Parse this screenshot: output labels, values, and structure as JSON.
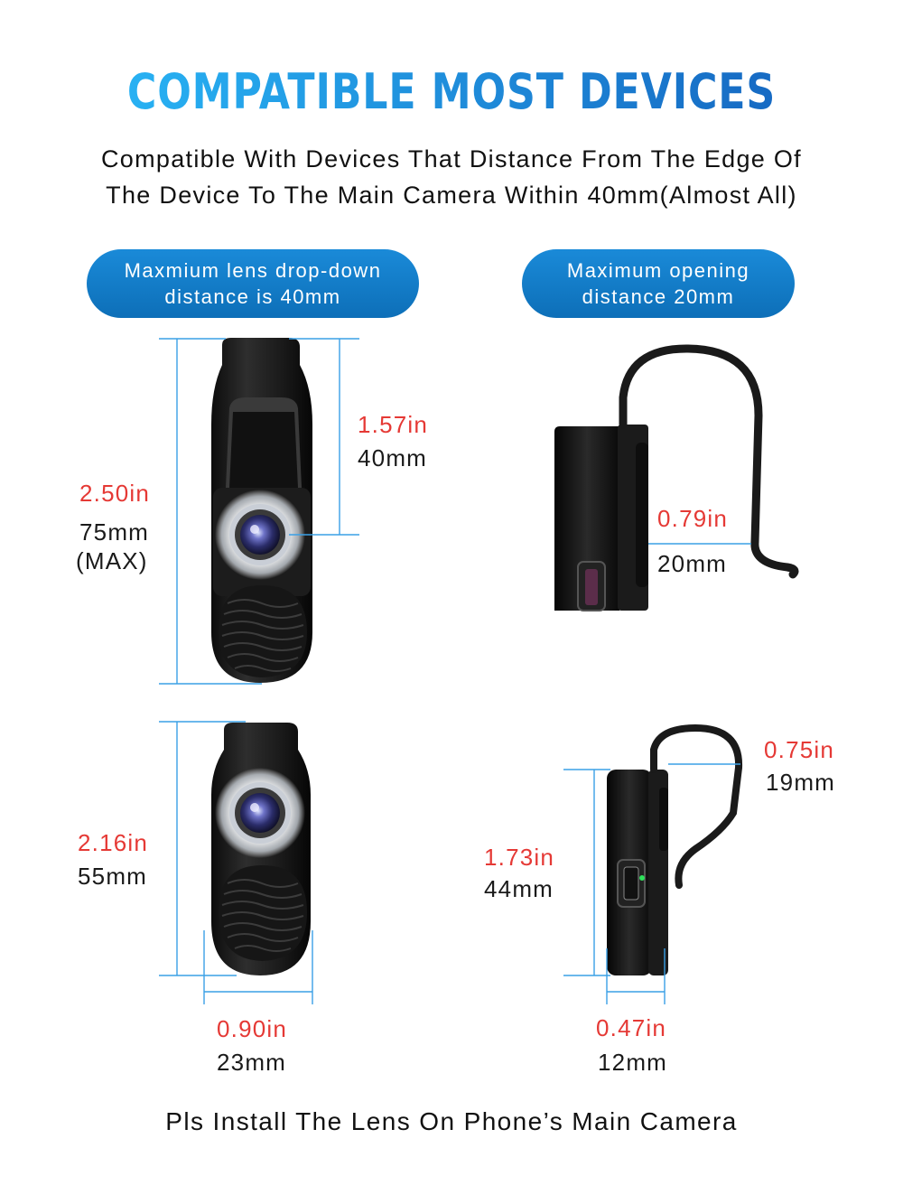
{
  "header": {
    "title": "COMPATIBLE MOST DEVICES",
    "subtitle_line1": "Compatible With Devices That Distance From The Edge Of",
    "subtitle_line2": "The Device To The Main Camera Within 40mm(Almost All)"
  },
  "pills": {
    "left_line1": "Maxmium lens drop-down",
    "left_line2": "distance is 40mm",
    "right_line1": "Maximum opening",
    "right_line2": "distance 20mm"
  },
  "dimensions": {
    "extended_height_in": "2.50in",
    "extended_height_mm": "75mm",
    "extended_height_note": "(MAX)",
    "drop_down_in": "1.57in",
    "drop_down_mm": "40mm",
    "opening_in": "0.79in",
    "opening_mm": "20mm",
    "retracted_height_in": "2.16in",
    "retracted_height_mm": "55mm",
    "width_in": "0.90in",
    "width_mm": "23mm",
    "clip_in": "0.75in",
    "clip_mm": "19mm",
    "body_height_in": "1.73in",
    "body_height_mm": "44mm",
    "thickness_in": "0.47in",
    "thickness_mm": "12mm"
  },
  "footer": {
    "text": "Pls Install The Lens On Phone’s Main Camera"
  },
  "colors": {
    "accent_blue": "#1a8ad8",
    "measure_red": "#e53935",
    "dimension_line": "#3aa0e6"
  }
}
